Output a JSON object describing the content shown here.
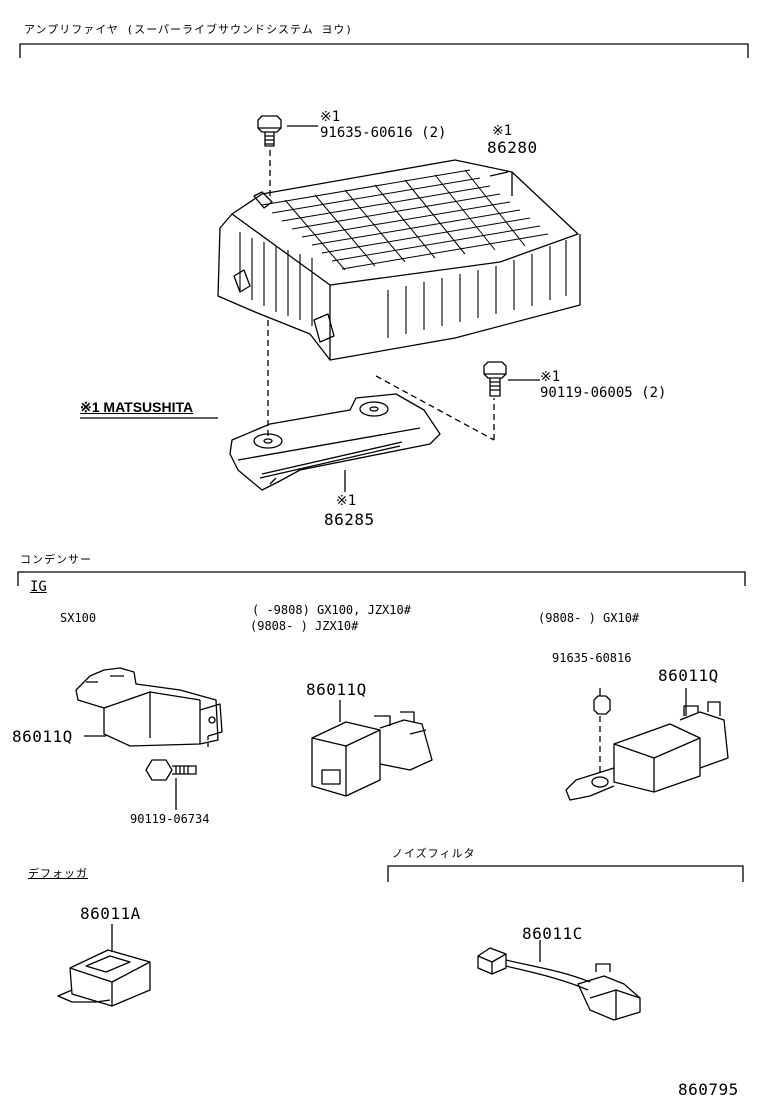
{
  "sections": {
    "amplifier_title": "アンプリファイヤ (スーパーライブサウンドシステム ヨウ)",
    "condenser_title": "コンデンサー",
    "condenser_sub": "IG",
    "defogger_title": "デフォッガ",
    "noise_filter_title": "ノイズフィルタ"
  },
  "amplifier": {
    "bolt_top_mark": "※1",
    "bolt_top_part": "91635-60616 (2)",
    "amp_mark": "※1",
    "amp_part": "86280",
    "maker_note": "※1 MATSUSHITA",
    "bolt_right_mark": "※1",
    "bolt_right_part": "90119-06005 (2)",
    "bracket_mark": "※1",
    "bracket_part": "86285"
  },
  "condenser": {
    "col1_model": "SX100",
    "col1_part": "86011Q",
    "col1_bolt": "90119-06734",
    "col2_line1": "(      -9808) GX100, JZX10#",
    "col2_line2": "(9808-      ) JZX10#",
    "col2_part": "86011Q",
    "col3_model": "(9808-      ) GX10#",
    "col3_nut": "91635-60816",
    "col3_part": "86011Q"
  },
  "defogger": {
    "part": "86011A"
  },
  "noise_filter": {
    "part": "86011C"
  },
  "footer": {
    "diagram_number": "860795"
  }
}
